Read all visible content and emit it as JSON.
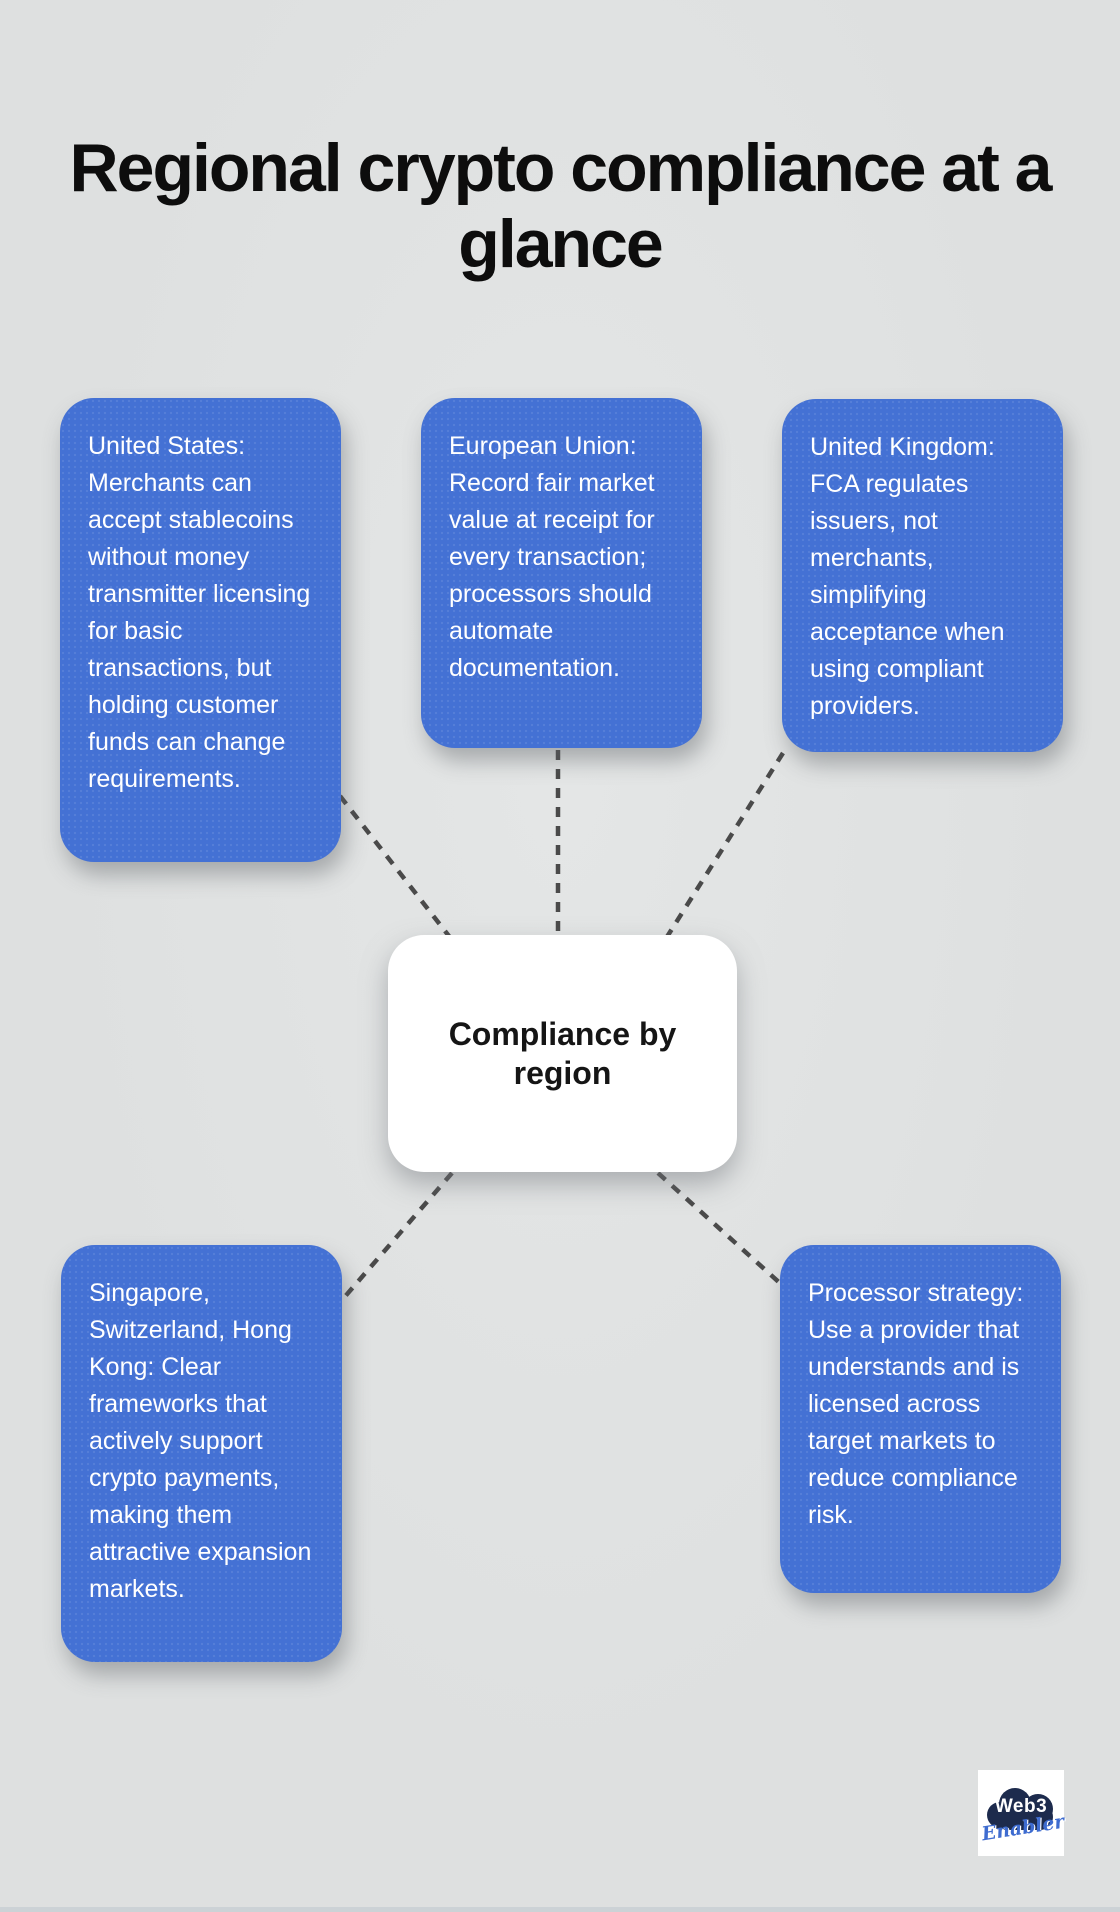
{
  "title": "Regional crypto compliance at a glance",
  "center": {
    "label": "Compliance by region"
  },
  "nodes": [
    {
      "id": "united-states",
      "text": "United States: Merchants can accept stablecoins without money transmitter licensing for basic transactions, but holding customer funds can change requirements."
    },
    {
      "id": "european-union",
      "text": "European Union: Record fair market value at receipt for every transaction; processors should automate documentation."
    },
    {
      "id": "united-kingdom",
      "text": "United Kingdom: FCA regulates issuers, not merchants, simplifying acceptance when using compliant providers."
    },
    {
      "id": "asia-hubs",
      "text": "Singapore, Switzerland, Hong Kong: Clear frameworks that actively support crypto payments, making them attractive expansion markets."
    },
    {
      "id": "processor-strategy",
      "text": "Processor strategy: Use a provider that understands and is licensed across target markets to reduce compliance risk."
    }
  ],
  "logo": {
    "line1": "Web3",
    "line2": "Enabler"
  },
  "colors": {
    "node_blue": "#4471d4",
    "background": "#dee0e0",
    "dash": "#4a4a4a",
    "logo_navy": "#1d2b4d",
    "logo_script": "#3e6cd0"
  }
}
